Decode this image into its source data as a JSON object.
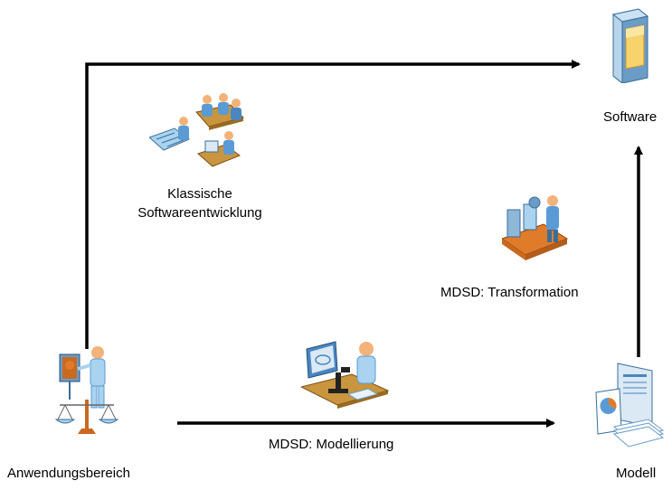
{
  "labels": {
    "software": "Software",
    "classic_line1": "Klassische",
    "classic_line2": "Softwareentwicklung",
    "transformation": "MDSD: Transformation",
    "modelling": "MDSD: Modellierung",
    "domain": "Anwendungsbereich",
    "model": "Modell"
  },
  "icons": {
    "software": "software-box-icon",
    "classic": "team-development-icon",
    "transformation": "factory-workers-icon",
    "modelling": "scientist-microscope-icon",
    "domain": "presenter-scales-icon",
    "model": "model-documents-icon"
  },
  "colors": {
    "arrow": "#000000",
    "skin": "#f3b27a",
    "blue_light": "#a9d3ee",
    "blue_mid": "#5b9bd5",
    "orange": "#e07b2a"
  }
}
